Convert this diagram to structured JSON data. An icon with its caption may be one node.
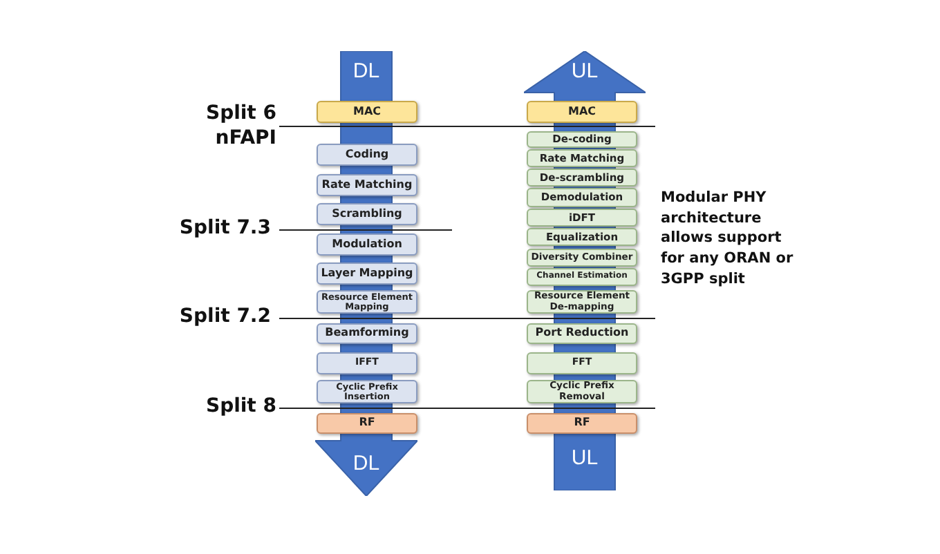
{
  "diagram": {
    "nodes": [
      {
        "text": [
          "DL",
          "DL"
        ]
      },
      {
        "text": [
          "MAC"
        ],
        "in": 0
      },
      {
        "text": [
          "Coding"
        ],
        "in": 0
      },
      {
        "text": [
          "Rate Matching"
        ],
        "in": 0
      },
      {
        "text": [
          "Scrambling"
        ],
        "in": 0
      },
      {
        "text": [
          "Modulation"
        ],
        "in": 0
      },
      {
        "text": [
          "Layer Mapping"
        ],
        "in": 0
      },
      {
        "text": [
          "Resource Element Mapping"
        ],
        "in": 0
      },
      {
        "text": [
          "Beamforming"
        ],
        "in": 0
      },
      {
        "text": [
          "IFFT"
        ],
        "in": 0
      },
      {
        "text": [
          "Cyclic Prefix Insertion"
        ],
        "in": 0
      },
      {
        "text": [
          "RF"
        ],
        "in": 0
      },
      {
        "text": [
          "UL",
          "UL"
        ]
      },
      {
        "text": [
          "MAC"
        ],
        "in": 12
      },
      {
        "text": [
          "De-coding"
        ],
        "in": 12
      },
      {
        "text": [
          "Rate Matching"
        ],
        "in": 12
      },
      {
        "text": [
          "De-scrambling"
        ],
        "in": 12
      },
      {
        "text": [
          "Demodulation"
        ],
        "in": 12
      },
      {
        "text": [
          "iDFT"
        ],
        "in": 12
      },
      {
        "text": [
          "Equalization"
        ],
        "in": 12
      },
      {
        "text": [
          "Diversity Combiner"
        ],
        "in": 12
      },
      {
        "text": [
          "Channel Estimation"
        ],
        "in": 12
      },
      {
        "text": [
          "Resource Element De-mapping"
        ],
        "in": 12
      },
      {
        "text": [
          "Port Reduction"
        ],
        "in": 12
      },
      {
        "text": [
          "FFT"
        ],
        "in": 12
      },
      {
        "text": [
          "Cyclic Prefix Removal"
        ],
        "in": 12
      },
      {
        "text": [
          "RF"
        ],
        "in": 12
      }
    ],
    "edges": [],
    "labels": [
      "Split 6 nFAPI",
      "Split 7.3",
      "Split 7.2",
      "Split 8",
      "Modular PHY architecture allows support for any ORAN or 3GPP split"
    ]
  }
}
